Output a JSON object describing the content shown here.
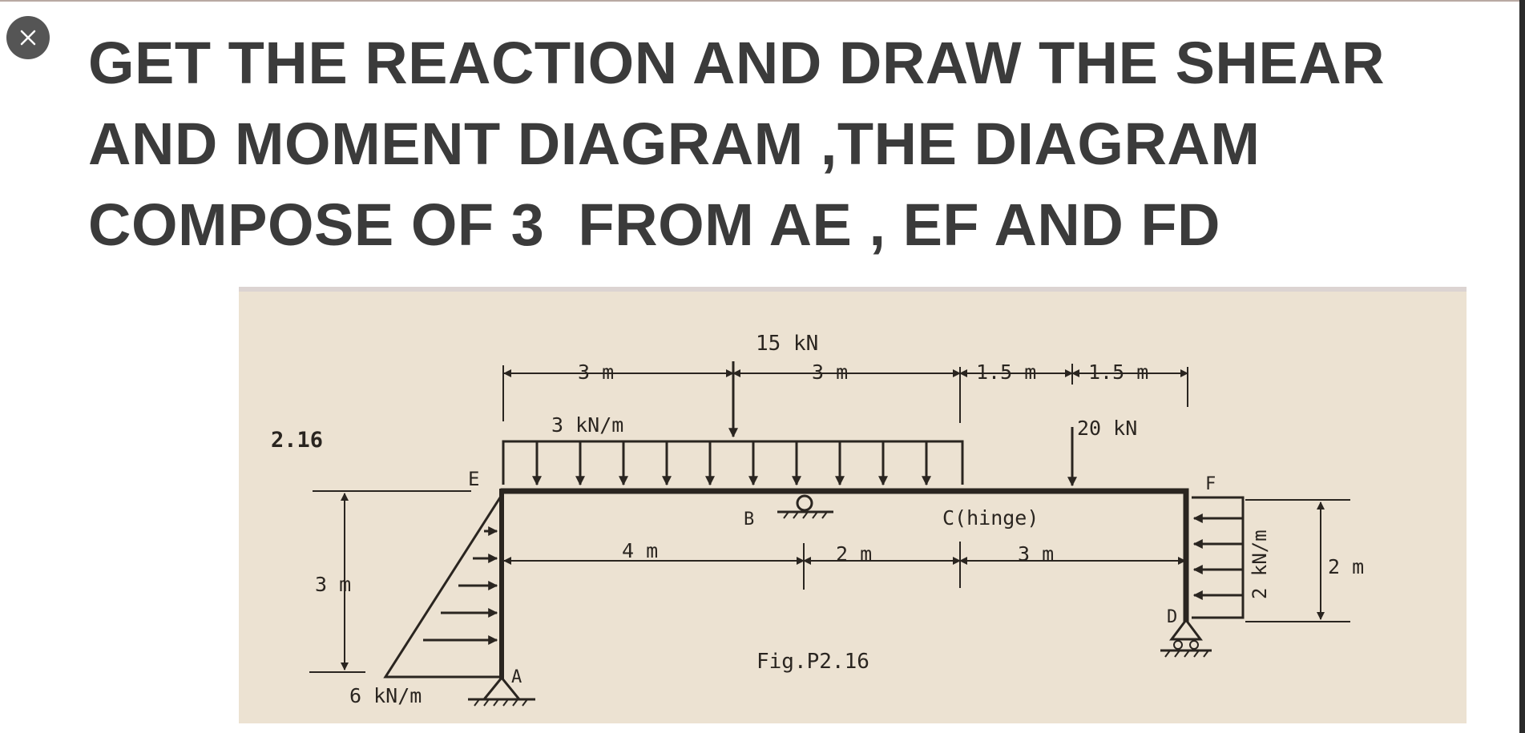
{
  "overlay": {
    "close_icon": "close-icon"
  },
  "question": {
    "lines": [
      "GET THE REACTION AND DRAW THE SHEAR",
      "AND MOMENT DIAGRAM ,THE DIAGRAM",
      "COMPOSE OF 3  FROM AE , EF AND FD"
    ]
  },
  "figure": {
    "problem_number": "2.16",
    "caption": "Fig.P2.16",
    "point_labels": {
      "e": "E",
      "a": "A",
      "b": "B",
      "c": "C(hinge)",
      "f": "F",
      "d": "D"
    },
    "loads": {
      "point_load_1": "15 kN",
      "udl": "3 kN/m",
      "point_load_2": "20 kN",
      "triangular": "6 kN/m",
      "right_udl": "2 kN/m"
    },
    "dimensions": {
      "top_1": "3 m",
      "top_2": "3 m",
      "top_3": "1.5 m",
      "top_4": "1.5 m",
      "bottom_1": "4 m",
      "bottom_2": "2 m",
      "bottom_3": "3 m",
      "left_height": "3 m",
      "right_height": "2 m"
    },
    "colors": {
      "paper": "#ece2d2",
      "ink": "#2a2520"
    }
  }
}
